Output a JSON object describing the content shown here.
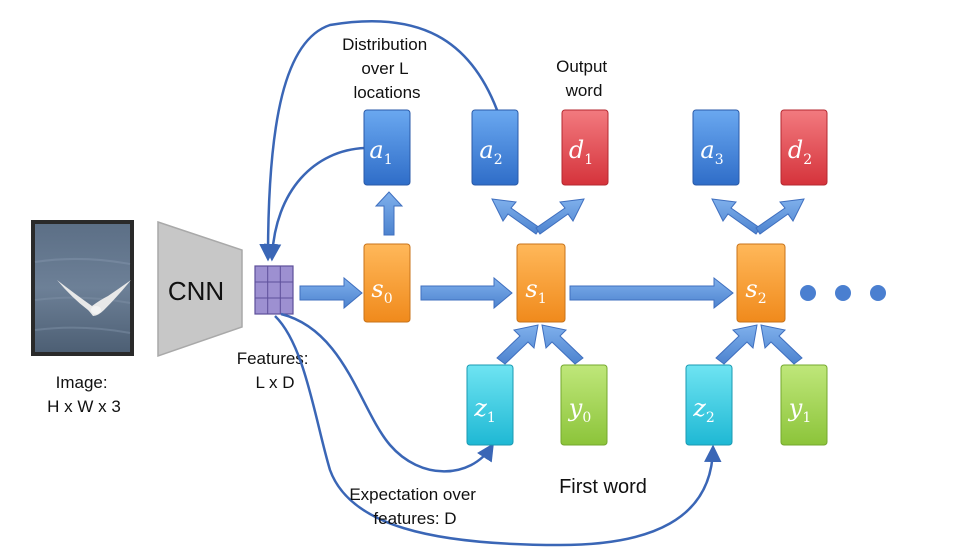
{
  "labels": {
    "distribution": [
      "Distribution",
      "over L",
      "locations"
    ],
    "output_word": [
      "Output",
      "word"
    ],
    "image": [
      "Image:",
      "H x W x 3"
    ],
    "features": [
      "Features:",
      "L x D"
    ],
    "expectation": [
      "Expectation over",
      "features: D"
    ],
    "first_word": "First word",
    "cnn": "CNN"
  },
  "nodes": {
    "a1": {
      "base": "a",
      "sub": "1"
    },
    "a2": {
      "base": "a",
      "sub": "2"
    },
    "d1": {
      "base": "d",
      "sub": "1"
    },
    "a3": {
      "base": "a",
      "sub": "3"
    },
    "d2": {
      "base": "d",
      "sub": "2"
    },
    "s0": {
      "base": "s",
      "sub": "0"
    },
    "s1": {
      "base": "s",
      "sub": "1"
    },
    "s2": {
      "base": "s",
      "sub": "2"
    },
    "z1": {
      "base": "z",
      "sub": "1"
    },
    "y0": {
      "base": "y",
      "sub": "0"
    },
    "z2": {
      "base": "z",
      "sub": "2"
    },
    "y1": {
      "base": "y",
      "sub": "1"
    }
  },
  "colors": {
    "blue": "#3f7fd9",
    "red": "#e0454c",
    "orange": "#f3982c",
    "cyan": "#2ec9e0",
    "green": "#9fd24a",
    "arrow": "#5b8fd6",
    "feature_grid": "#9c8fd0",
    "cnn_gray": "#c8c8c8"
  }
}
